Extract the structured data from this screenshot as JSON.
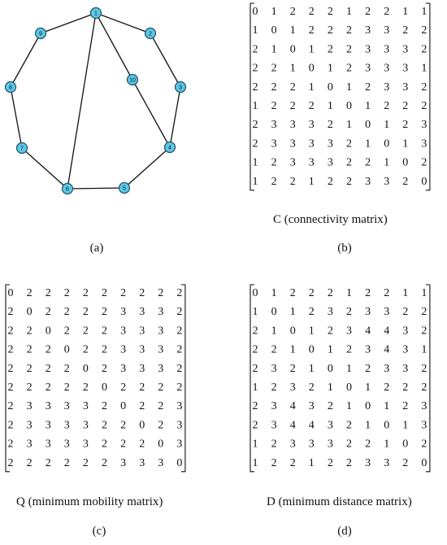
{
  "figure_a": {
    "label": "(a)",
    "nodes": [
      "1",
      "2",
      "3",
      "4",
      "5",
      "6",
      "7",
      "8",
      "9",
      "10"
    ],
    "edges": [
      [
        "1",
        "2"
      ],
      [
        "2",
        "3"
      ],
      [
        "3",
        "4"
      ],
      [
        "4",
        "5"
      ],
      [
        "5",
        "6"
      ],
      [
        "6",
        "7"
      ],
      [
        "7",
        "8"
      ],
      [
        "8",
        "9"
      ],
      [
        "9",
        "1"
      ],
      [
        "1",
        "6"
      ],
      [
        "1",
        "10"
      ],
      [
        "10",
        "4"
      ]
    ]
  },
  "figure_b": {
    "label": "(b)",
    "caption": "C (connectivity matrix)",
    "rows": [
      [
        "0",
        "1",
        "2",
        "2",
        "2",
        "1",
        "2",
        "2",
        "1",
        "1"
      ],
      [
        "1",
        "0",
        "1",
        "2",
        "2",
        "2",
        "3",
        "3",
        "2",
        "2"
      ],
      [
        "2",
        "1",
        "0",
        "1",
        "2",
        "2",
        "3",
        "3",
        "3",
        "2"
      ],
      [
        "2",
        "2",
        "1",
        "0",
        "1",
        "2",
        "3",
        "3",
        "3",
        "1"
      ],
      [
        "2",
        "2",
        "2",
        "1",
        "0",
        "1",
        "2",
        "3",
        "3",
        "2"
      ],
      [
        "1",
        "2",
        "2",
        "2",
        "1",
        "0",
        "1",
        "2",
        "2",
        "2"
      ],
      [
        "2",
        "3",
        "3",
        "3",
        "2",
        "1",
        "0",
        "1",
        "2",
        "3"
      ],
      [
        "2",
        "3",
        "3",
        "3",
        "3",
        "2",
        "1",
        "0",
        "1",
        "3"
      ],
      [
        "1",
        "2",
        "3",
        "3",
        "3",
        "2",
        "2",
        "1",
        "0",
        "2"
      ],
      [
        "1",
        "2",
        "2",
        "1",
        "2",
        "2",
        "3",
        "3",
        "2",
        "0"
      ]
    ]
  },
  "figure_c": {
    "label": "(c)",
    "caption": "Q (minimum mobility matrix)",
    "rows": [
      [
        "0",
        "2",
        "2",
        "2",
        "2",
        "2",
        "2",
        "2",
        "2",
        "2"
      ],
      [
        "2",
        "0",
        "2",
        "2",
        "2",
        "2",
        "3",
        "3",
        "3",
        "2"
      ],
      [
        "2",
        "2",
        "0",
        "2",
        "2",
        "2",
        "3",
        "3",
        "3",
        "2"
      ],
      [
        "2",
        "2",
        "2",
        "0",
        "2",
        "2",
        "3",
        "3",
        "3",
        "2"
      ],
      [
        "2",
        "2",
        "2",
        "2",
        "0",
        "2",
        "3",
        "3",
        "3",
        "2"
      ],
      [
        "2",
        "2",
        "2",
        "2",
        "2",
        "0",
        "2",
        "2",
        "2",
        "2"
      ],
      [
        "2",
        "3",
        "3",
        "3",
        "3",
        "2",
        "0",
        "2",
        "2",
        "3"
      ],
      [
        "2",
        "3",
        "3",
        "3",
        "3",
        "2",
        "2",
        "0",
        "2",
        "3"
      ],
      [
        "2",
        "3",
        "3",
        "3",
        "3",
        "2",
        "2",
        "2",
        "0",
        "3"
      ],
      [
        "2",
        "2",
        "2",
        "2",
        "2",
        "2",
        "3",
        "3",
        "3",
        "0"
      ]
    ]
  },
  "figure_d": {
    "label": "(d)",
    "caption": "D (minimum distance matrix)",
    "rows": [
      [
        "0",
        "1",
        "2",
        "2",
        "2",
        "1",
        "2",
        "2",
        "1",
        "1"
      ],
      [
        "1",
        "0",
        "1",
        "2",
        "3",
        "2",
        "3",
        "3",
        "2",
        "2"
      ],
      [
        "2",
        "1",
        "0",
        "1",
        "2",
        "3",
        "4",
        "4",
        "3",
        "2"
      ],
      [
        "2",
        "2",
        "1",
        "0",
        "1",
        "2",
        "3",
        "4",
        "3",
        "1"
      ],
      [
        "2",
        "3",
        "2",
        "1",
        "0",
        "1",
        "2",
        "3",
        "3",
        "2"
      ],
      [
        "1",
        "2",
        "3",
        "2",
        "1",
        "0",
        "1",
        "2",
        "2",
        "2"
      ],
      [
        "2",
        "3",
        "4",
        "3",
        "2",
        "1",
        "0",
        "1",
        "2",
        "3"
      ],
      [
        "2",
        "3",
        "4",
        "4",
        "3",
        "2",
        "1",
        "0",
        "1",
        "3"
      ],
      [
        "1",
        "2",
        "3",
        "3",
        "3",
        "2",
        "2",
        "1",
        "0",
        "2"
      ],
      [
        "1",
        "2",
        "2",
        "1",
        "2",
        "2",
        "3",
        "3",
        "2",
        "0"
      ]
    ]
  }
}
